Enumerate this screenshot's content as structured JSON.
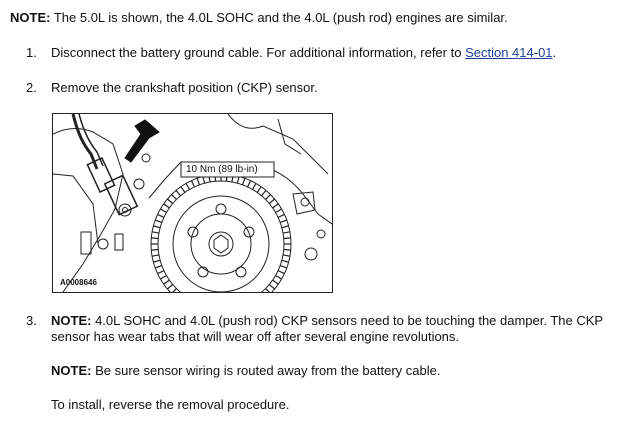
{
  "note_top": {
    "label": "NOTE:",
    "text": "The 5.0L is shown, the 4.0L SOHC and the 4.0L (push rod) engines are similar."
  },
  "steps": [
    {
      "number": "1.",
      "text": "Disconnect the battery ground cable. For additional information, refer to",
      "link_text": "Section 414-01",
      "suffix": "."
    },
    {
      "number": "2.",
      "text": "Remove the crankshaft position (CKP) sensor."
    },
    {
      "number": "3.",
      "note_label": "NOTE:",
      "note_text": "4.0L SOHC and 4.0L (push rod) CKP sensors need to be touching the damper. The CKP sensor has wear tabs that will wear off after several engine revolutions.",
      "note2_label": "NOTE:",
      "note2_text": "Be sure sensor wiring is routed away from the battery cable.",
      "install_text": "To install, reverse the removal procedure."
    }
  ],
  "figure": {
    "torque_label": "10 Nm (89 lb-in)",
    "figure_id": "A0008646"
  }
}
